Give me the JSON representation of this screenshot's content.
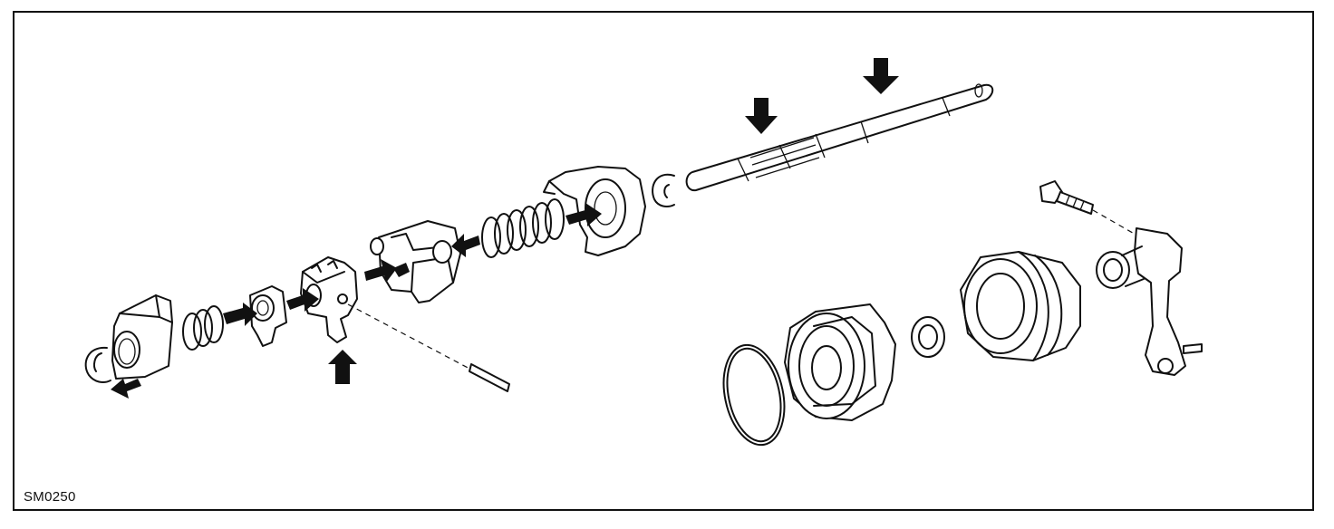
{
  "figure": {
    "code": "SM0250"
  },
  "colors": {
    "ink": "#111111",
    "background": "#ffffff"
  },
  "parts": [
    "snap-ring-left",
    "outer-lever",
    "spring-small",
    "inner-lever",
    "select-lever",
    "roll-pin",
    "shift-head",
    "spring-large",
    "interlock-plate",
    "e-ring",
    "shift-shaft",
    "o-ring",
    "retainer-housing",
    "oil-seal",
    "dust-boot",
    "bolt",
    "control-lever"
  ],
  "arrow_count": 10
}
